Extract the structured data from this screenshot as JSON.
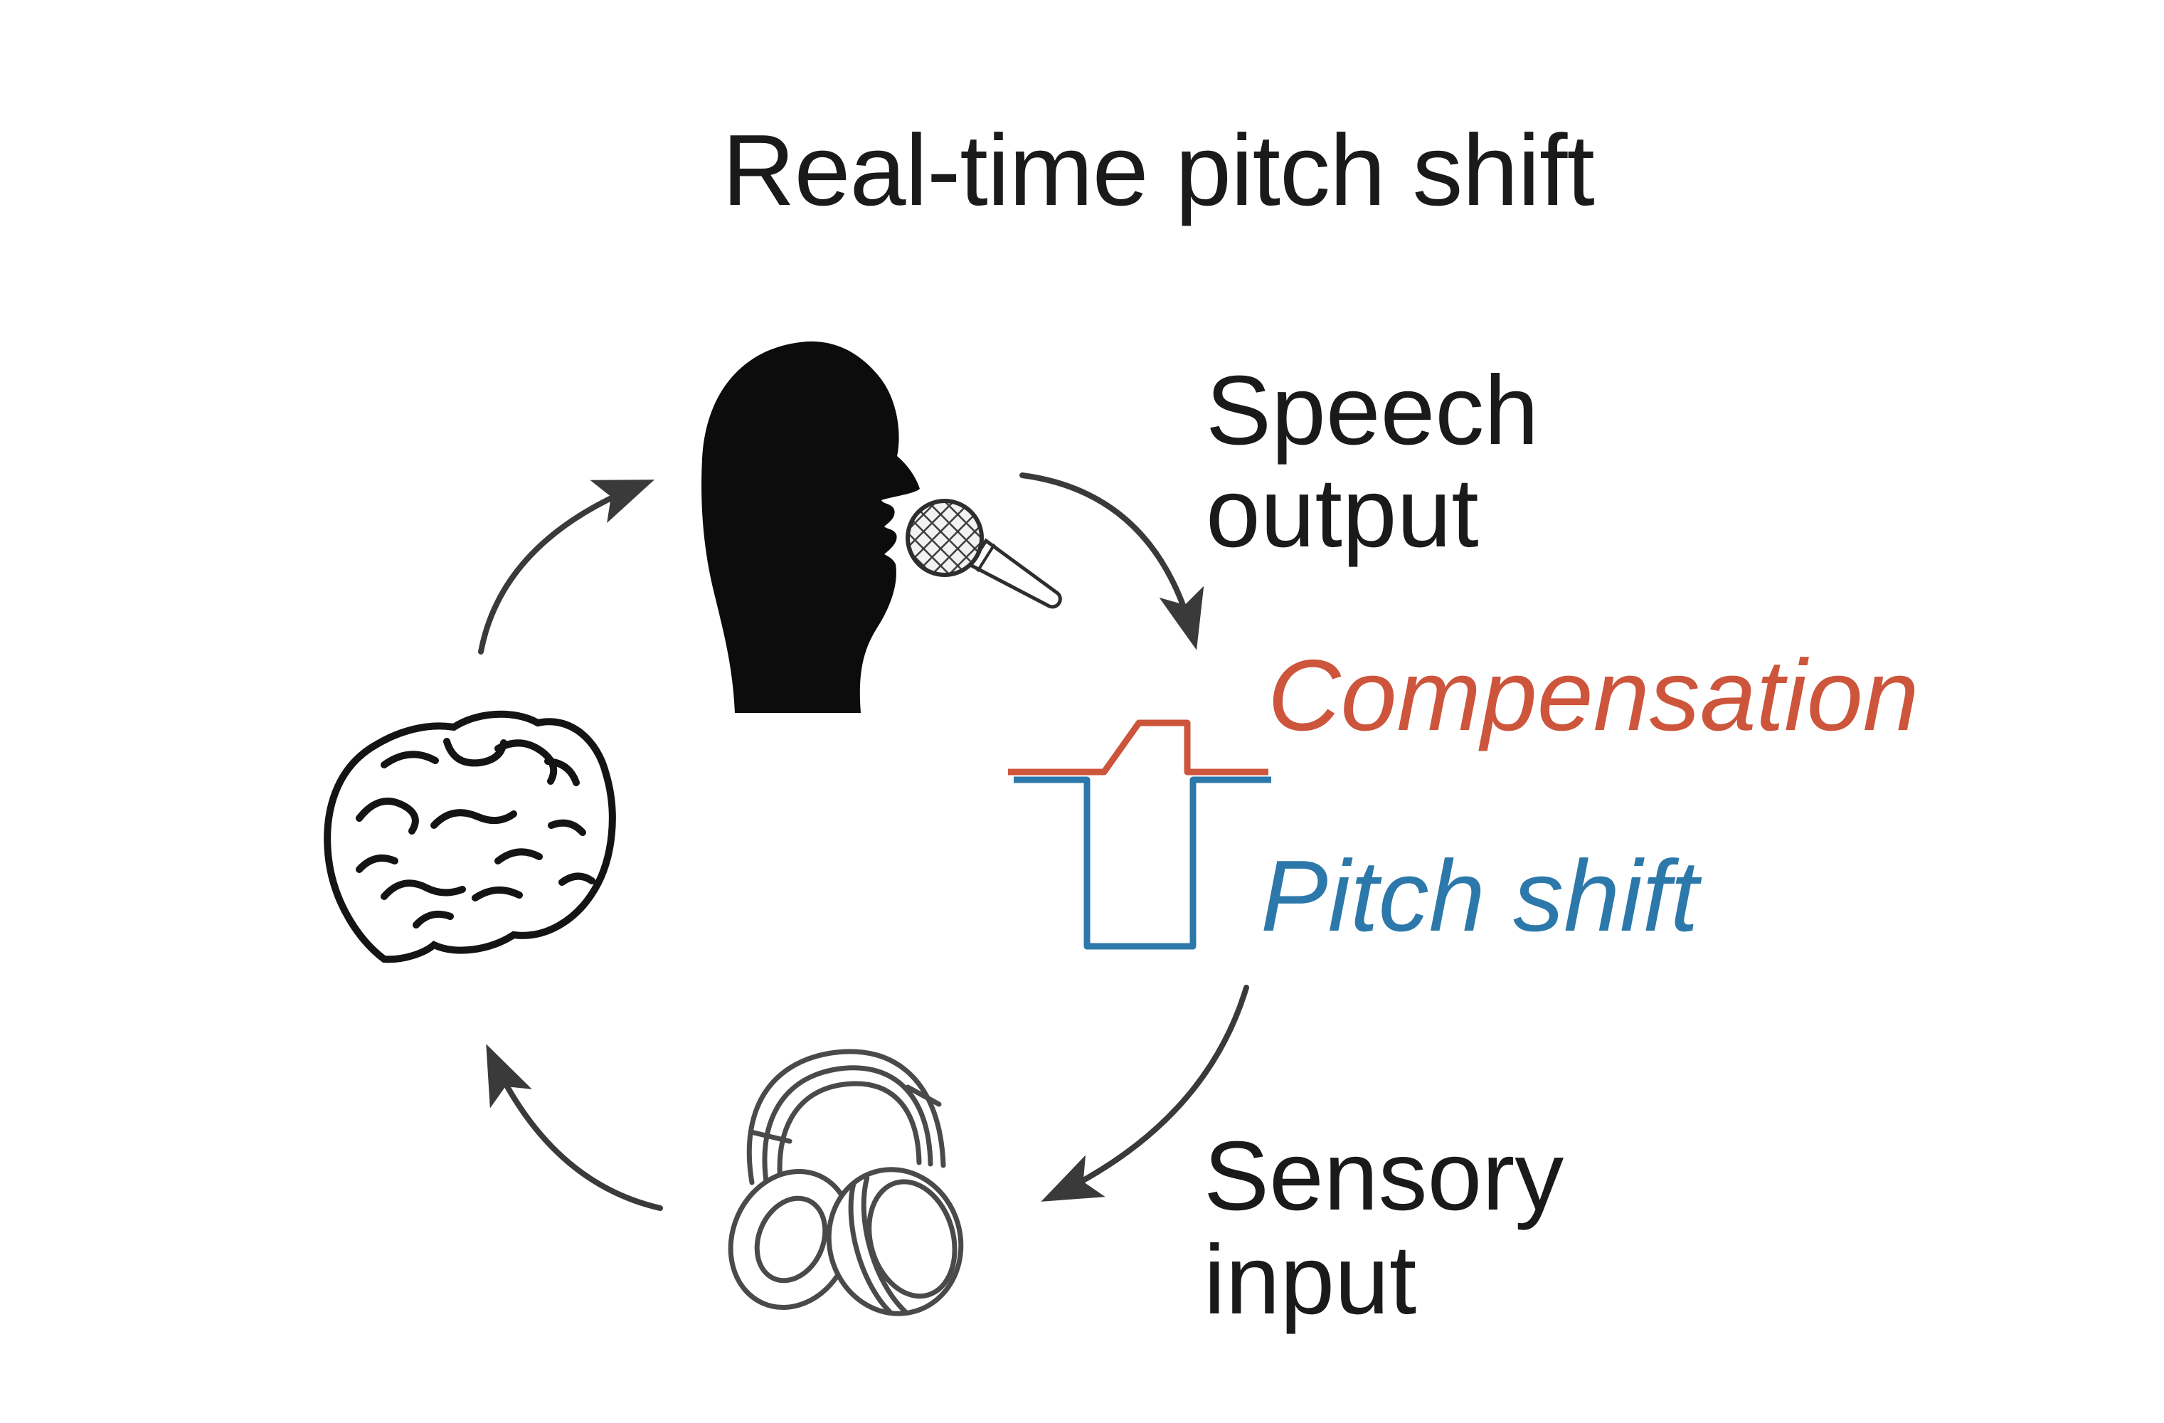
{
  "title": "Real-time pitch shift",
  "labels": {
    "speech_output": {
      "line1": "Speech",
      "line2": "output"
    },
    "compensation": "Compensation",
    "pitch_shift": "Pitch shift",
    "sensory_input": {
      "line1": "Sensory",
      "line2": "input"
    }
  },
  "colors": {
    "background": "#ffffff",
    "text": "#1a1a1a",
    "arrow": "#3a3a3a",
    "compensation_orange": "#cd553c",
    "pitch_shift_blue": "#2d78aa",
    "silhouette_black": "#0c0c0c",
    "brain_outline": "#141414",
    "headphones_gray": "#4a4a4a",
    "microphone_dark": "#2e2e2e"
  },
  "icons": {
    "head": "speaking-head-with-microphone-icon",
    "brain": "brain-icon",
    "headphones": "headphones-icon",
    "arrows": "curved-cycle-arrow-icon"
  }
}
